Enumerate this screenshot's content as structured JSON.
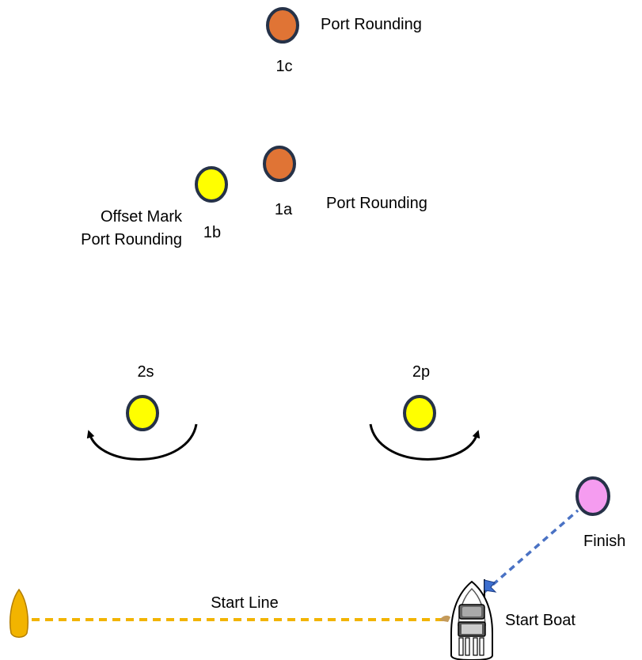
{
  "marks": {
    "m1c": {
      "id": "1c",
      "rounding": "Port Rounding",
      "color": "#E07435"
    },
    "m1a": {
      "id": "1a",
      "rounding": "Port Rounding",
      "color": "#E07435"
    },
    "m1b": {
      "id": "1b",
      "rounding_line1": "Offset Mark",
      "rounding_line2": "Port Rounding",
      "color": "#FFFF00"
    },
    "m2s": {
      "id": "2s",
      "color": "#FFFF00"
    },
    "m2p": {
      "id": "2p",
      "color": "#FFFF00"
    },
    "finish": {
      "label": "Finish",
      "color": "#F59CF0"
    }
  },
  "start_line": {
    "label": "Start Line",
    "color": "#F2B400"
  },
  "finish_line": {
    "color": "#4A72C4"
  },
  "start_boat": {
    "label": "Start Boat"
  },
  "mark_outline_color": "#263248"
}
